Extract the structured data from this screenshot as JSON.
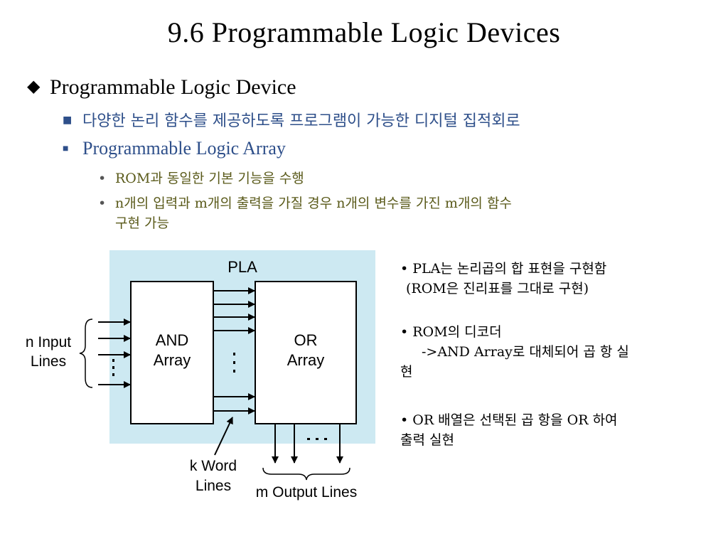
{
  "slide": {
    "title": "9.6 Programmable Logic Devices",
    "bullet_level1": "Programmable Logic Device",
    "bullet_level2": [
      "다양한 논리 함수를 제공하도록 프로그램이 가능한 디지털 집적회로",
      "Programmable Logic Array"
    ],
    "bullet_level3": [
      "ROM과 동일한 기본 기능을 수행",
      "n개의 입력과 m개의 출력을 가질 경우 n개의 변수를 가진 m개의 함수",
      "구현 가능"
    ]
  },
  "diagram": {
    "pla_label": "PLA",
    "and_label_1": "AND",
    "and_label_2": "Array",
    "or_label_1": "OR",
    "or_label_2": "Array",
    "input_label_1": "n Input",
    "input_label_2": "Lines",
    "word_label_1": "k Word",
    "word_label_2": "Lines",
    "output_label": "m Output Lines",
    "colors": {
      "background": "#cde9f2",
      "box": "#ffffff",
      "stroke": "#000000"
    }
  },
  "notes": {
    "note1_line1": "• PLA는 논리곱의 합 표현을 구현함",
    "note1_line2": "(ROM은 진리표를 그대로 구현)",
    "note2_line1": "• ROM의 디코더",
    "note2_line2": "->AND Array로 대체되어 곱 항 실",
    "note2_line3": "현",
    "note3_line1": "• OR 배열은 선택된 곱 항을 OR 하여",
    "note3_line2": "출력 실현"
  }
}
